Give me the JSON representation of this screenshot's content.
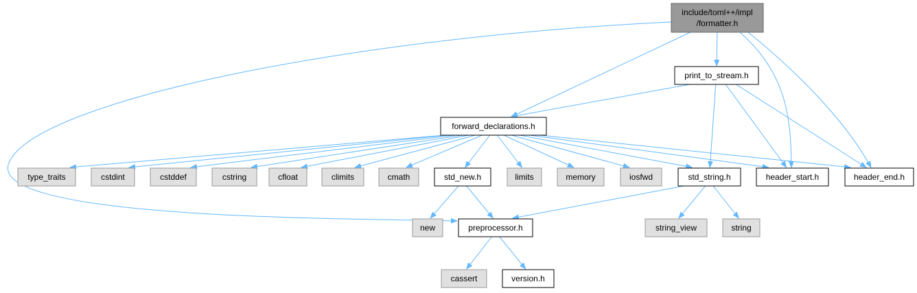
{
  "colors": {
    "edge": "#63b8ff",
    "root_fill": "#999999",
    "root_border": "#666666",
    "internal_fill": "#ffffff",
    "internal_border": "#000000",
    "external_fill": "#e0e0e0",
    "external_border": "#999999"
  },
  "nodes": [
    {
      "id": "formatter",
      "kind": "root",
      "lines": [
        "include/toml++/impl",
        "/formatter.h"
      ]
    },
    {
      "id": "print_to_stream",
      "kind": "internal",
      "lines": [
        "print_to_stream.h"
      ]
    },
    {
      "id": "forward_declarations",
      "kind": "internal",
      "lines": [
        "forward_declarations.h"
      ]
    },
    {
      "id": "type_traits",
      "kind": "external",
      "lines": [
        "type_traits"
      ]
    },
    {
      "id": "cstdint",
      "kind": "external",
      "lines": [
        "cstdint"
      ]
    },
    {
      "id": "cstddef",
      "kind": "external",
      "lines": [
        "cstddef"
      ]
    },
    {
      "id": "cstring",
      "kind": "external",
      "lines": [
        "cstring"
      ]
    },
    {
      "id": "cfloat",
      "kind": "external",
      "lines": [
        "cfloat"
      ]
    },
    {
      "id": "climits",
      "kind": "external",
      "lines": [
        "climits"
      ]
    },
    {
      "id": "cmath",
      "kind": "external",
      "lines": [
        "cmath"
      ]
    },
    {
      "id": "std_new",
      "kind": "internal",
      "lines": [
        "std_new.h"
      ]
    },
    {
      "id": "limits",
      "kind": "external",
      "lines": [
        "limits"
      ]
    },
    {
      "id": "memory",
      "kind": "external",
      "lines": [
        "memory"
      ]
    },
    {
      "id": "iosfwd",
      "kind": "external",
      "lines": [
        "iosfwd"
      ]
    },
    {
      "id": "std_string",
      "kind": "internal",
      "lines": [
        "std_string.h"
      ]
    },
    {
      "id": "header_start",
      "kind": "internal",
      "lines": [
        "header_start.h"
      ]
    },
    {
      "id": "header_end",
      "kind": "internal",
      "lines": [
        "header_end.h"
      ]
    },
    {
      "id": "new",
      "kind": "external",
      "lines": [
        "new"
      ]
    },
    {
      "id": "preprocessor",
      "kind": "internal",
      "lines": [
        "preprocessor.h"
      ]
    },
    {
      "id": "string_view",
      "kind": "external",
      "lines": [
        "string_view"
      ]
    },
    {
      "id": "string",
      "kind": "external",
      "lines": [
        "string"
      ]
    },
    {
      "id": "cassert",
      "kind": "external",
      "lines": [
        "cassert"
      ]
    },
    {
      "id": "version",
      "kind": "internal",
      "lines": [
        "version.h"
      ]
    }
  ],
  "edges": [
    {
      "from": "formatter",
      "to": "print_to_stream"
    },
    {
      "from": "formatter",
      "to": "forward_declarations"
    },
    {
      "from": "formatter",
      "to": "header_start"
    },
    {
      "from": "formatter",
      "to": "header_end"
    },
    {
      "from": "formatter",
      "to": "preprocessor"
    },
    {
      "from": "print_to_stream",
      "to": "forward_declarations"
    },
    {
      "from": "print_to_stream",
      "to": "std_string"
    },
    {
      "from": "print_to_stream",
      "to": "header_start"
    },
    {
      "from": "print_to_stream",
      "to": "header_end"
    },
    {
      "from": "forward_declarations",
      "to": "type_traits"
    },
    {
      "from": "forward_declarations",
      "to": "cstdint"
    },
    {
      "from": "forward_declarations",
      "to": "cstddef"
    },
    {
      "from": "forward_declarations",
      "to": "cstring"
    },
    {
      "from": "forward_declarations",
      "to": "cfloat"
    },
    {
      "from": "forward_declarations",
      "to": "climits"
    },
    {
      "from": "forward_declarations",
      "to": "cmath"
    },
    {
      "from": "forward_declarations",
      "to": "std_new"
    },
    {
      "from": "forward_declarations",
      "to": "limits"
    },
    {
      "from": "forward_declarations",
      "to": "memory"
    },
    {
      "from": "forward_declarations",
      "to": "iosfwd"
    },
    {
      "from": "forward_declarations",
      "to": "std_string"
    },
    {
      "from": "forward_declarations",
      "to": "header_start"
    },
    {
      "from": "forward_declarations",
      "to": "header_end"
    },
    {
      "from": "std_new",
      "to": "new"
    },
    {
      "from": "std_new",
      "to": "preprocessor"
    },
    {
      "from": "std_string",
      "to": "preprocessor"
    },
    {
      "from": "std_string",
      "to": "string_view"
    },
    {
      "from": "std_string",
      "to": "string"
    },
    {
      "from": "preprocessor",
      "to": "cassert"
    },
    {
      "from": "preprocessor",
      "to": "version"
    }
  ]
}
